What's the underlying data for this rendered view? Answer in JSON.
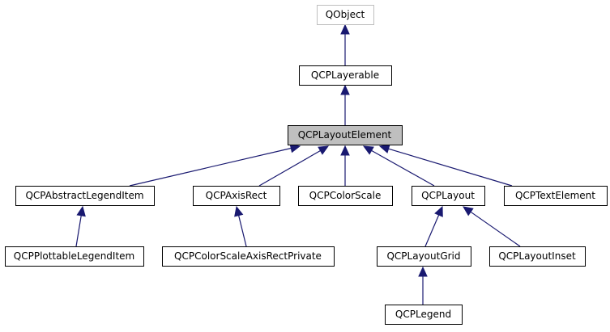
{
  "diagram": {
    "type": "class-inheritance-graph",
    "colors": {
      "edge": "#191970",
      "box_border": "#000000",
      "external_box_border": "#bfbfbf",
      "focus_fill": "#bfbfbf",
      "box_fill": "#ffffff",
      "text": "#000000"
    },
    "nodes": {
      "qobject": {
        "label": "QObject",
        "style": "external"
      },
      "qcplayerable": {
        "label": "QCPLayerable",
        "style": "normal"
      },
      "qcplayoutelement": {
        "label": "QCPLayoutElement",
        "style": "focus"
      },
      "qcpabstractlegenditem": {
        "label": "QCPAbstractLegendItem",
        "style": "normal"
      },
      "qcpaxisrect": {
        "label": "QCPAxisRect",
        "style": "normal"
      },
      "qcpcolorscale": {
        "label": "QCPColorScale",
        "style": "normal"
      },
      "qcplayout": {
        "label": "QCPLayout",
        "style": "normal"
      },
      "qcptextelement": {
        "label": "QCPTextElement",
        "style": "normal"
      },
      "qcpplottablelegenditem": {
        "label": "QCPPlottableLegendItem",
        "style": "normal"
      },
      "qcpcolorscaleaxisrectprivate": {
        "label": "QCPColorScaleAxisRectPrivate",
        "style": "normal"
      },
      "qcplayoutgrid": {
        "label": "QCPLayoutGrid",
        "style": "normal"
      },
      "qcplayoutinset": {
        "label": "QCPLayoutInset",
        "style": "normal"
      },
      "qcplegend": {
        "label": "QCPLegend",
        "style": "normal"
      }
    },
    "edges": [
      {
        "from": "qcplayerable",
        "to": "qobject"
      },
      {
        "from": "qcplayoutelement",
        "to": "qcplayerable"
      },
      {
        "from": "qcpabstractlegenditem",
        "to": "qcplayoutelement"
      },
      {
        "from": "qcpaxisrect",
        "to": "qcplayoutelement"
      },
      {
        "from": "qcpcolorscale",
        "to": "qcplayoutelement"
      },
      {
        "from": "qcplayout",
        "to": "qcplayoutelement"
      },
      {
        "from": "qcptextelement",
        "to": "qcplayoutelement"
      },
      {
        "from": "qcpplottablelegenditem",
        "to": "qcpabstractlegenditem"
      },
      {
        "from": "qcpcolorscaleaxisrectprivate",
        "to": "qcpaxisrect"
      },
      {
        "from": "qcplayoutgrid",
        "to": "qcplayout"
      },
      {
        "from": "qcplayoutinset",
        "to": "qcplayout"
      },
      {
        "from": "qcplegend",
        "to": "qcplayoutgrid"
      }
    ]
  }
}
